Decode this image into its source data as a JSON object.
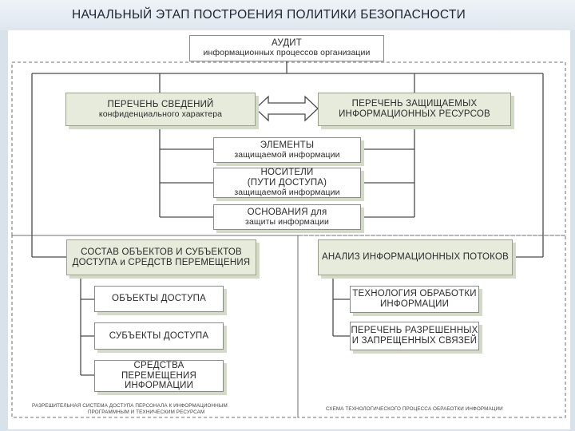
{
  "header": {
    "title": "НАЧАЛЬНЫЙ ЭТАП ПОСТРОЕНИЯ ПОЛИТИКИ БЕЗОПАСНОСТИ"
  },
  "diagram": {
    "audit": {
      "line1": "АУДИТ",
      "line2": "информационных процессов организации"
    },
    "info_list": {
      "line1": "ПЕРЕЧЕНЬ СВЕДЕНИЙ",
      "line2": "конфиденциального характера"
    },
    "protected_resources": {
      "line1": "ПЕРЕЧЕНЬ ЗАЩИЩАЕМЫХ",
      "line2": "ИНФОРМАЦИОННЫХ РЕСУРСОВ"
    },
    "elements": {
      "line1": "ЭЛЕМЕНТЫ",
      "line2": "защищаемой информации"
    },
    "carriers": {
      "line1": "НОСИТЕЛИ",
      "line2": "(ПУТИ ДОСТУПА)",
      "line3": "защищаемой информации"
    },
    "grounds": {
      "line1": "ОСНОВАНИЯ для",
      "line2": "защиты информации"
    },
    "composition": {
      "line1": "СОСТАВ ОБЪЕКТОВ И СУБЪЕКТОВ",
      "line2": "ДОСТУПА и СРЕДСТВ ПЕРЕМЕЩЕНИЯ"
    },
    "flow_analysis": {
      "line1": "АНАЛИЗ ИНФОРМАЦИОННЫХ ПОТОКОВ"
    },
    "access_objects": {
      "line1": "ОБЪЕКТЫ ДОСТУПА"
    },
    "access_subjects": {
      "line1": "СУБЪЕКТЫ ДОСТУПА"
    },
    "movement_means": {
      "line1": "СРЕДСТВА ПЕРЕМЕЩЕНИЯ",
      "line2": "ИНФОРМАЦИИ"
    },
    "processing_tech": {
      "line1": "ТЕХНОЛОГИЯ ОБРАБОТКИ",
      "line2": "ИНФОРМАЦИИ"
    },
    "links_list": {
      "line1": "ПЕРЕЧЕНЬ РАЗРЕШЕННЫХ",
      "line2": "И ЗАПРЕЩЕННЫХ СВЯЗЕЙ"
    }
  },
  "footer": {
    "left_note_line1": "РАЗРЕШИТЕЛЬНАЯ СИСТЕМА ДОСТУПА ПЕРСОНАЛА К ИНФОРМАЦИОННЫМ",
    "left_note_line2": "ПРОГРАММНЫМ И ТЕХНИЧЕСКИМ РЕСУРСАМ",
    "right_note": "СХЕМА ТЕХНОЛОГИЧЕСКОГО ПРОЦЕССА ОБРАБОТКИ ИНФОРМАЦИИ"
  },
  "colors": {
    "box_green": "#e6ebdc",
    "box_border": "#8a8a8a",
    "line": "#4a4a4a",
    "dashed": "#6f6f6f"
  }
}
